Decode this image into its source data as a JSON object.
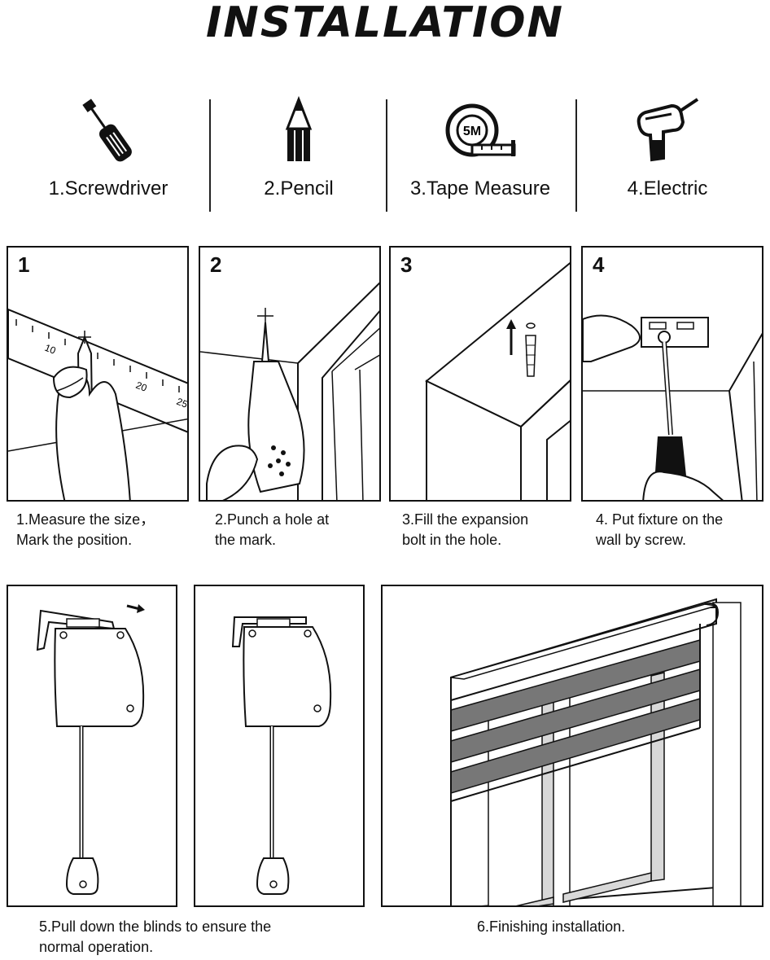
{
  "title": "INSTALLATION",
  "tools": [
    {
      "label": "1.Screwdriver",
      "icon": "screwdriver-icon"
    },
    {
      "label": "2.Pencil",
      "icon": "pencil-icon"
    },
    {
      "label": "3.Tape Measure",
      "icon": "tape-measure-icon",
      "badge": "5M"
    },
    {
      "label": "4.Electric",
      "icon": "electric-drill-icon"
    }
  ],
  "steps": [
    {
      "number": "1",
      "line1": "1.Measure the size，",
      "line2": "Mark the position."
    },
    {
      "number": "2",
      "line1": "2.Punch a hole at",
      "line2": "the mark."
    },
    {
      "number": "3",
      "line1": "3.Fill the expansion",
      "line2": "bolt in the hole."
    },
    {
      "number": "4",
      "line1": "4. Put fixture on the",
      "line2": "wall by screw."
    },
    {
      "line1": "5.Pull down the blinds to ensure the",
      "line2": "normal operation."
    },
    {
      "line1": "6.Finishing installation."
    }
  ],
  "ruler_marks": [
    "10",
    "20",
    "25"
  ],
  "colors": {
    "ink": "#111111",
    "blind_stripe": "#777777",
    "frame": "#d8d8d8"
  }
}
